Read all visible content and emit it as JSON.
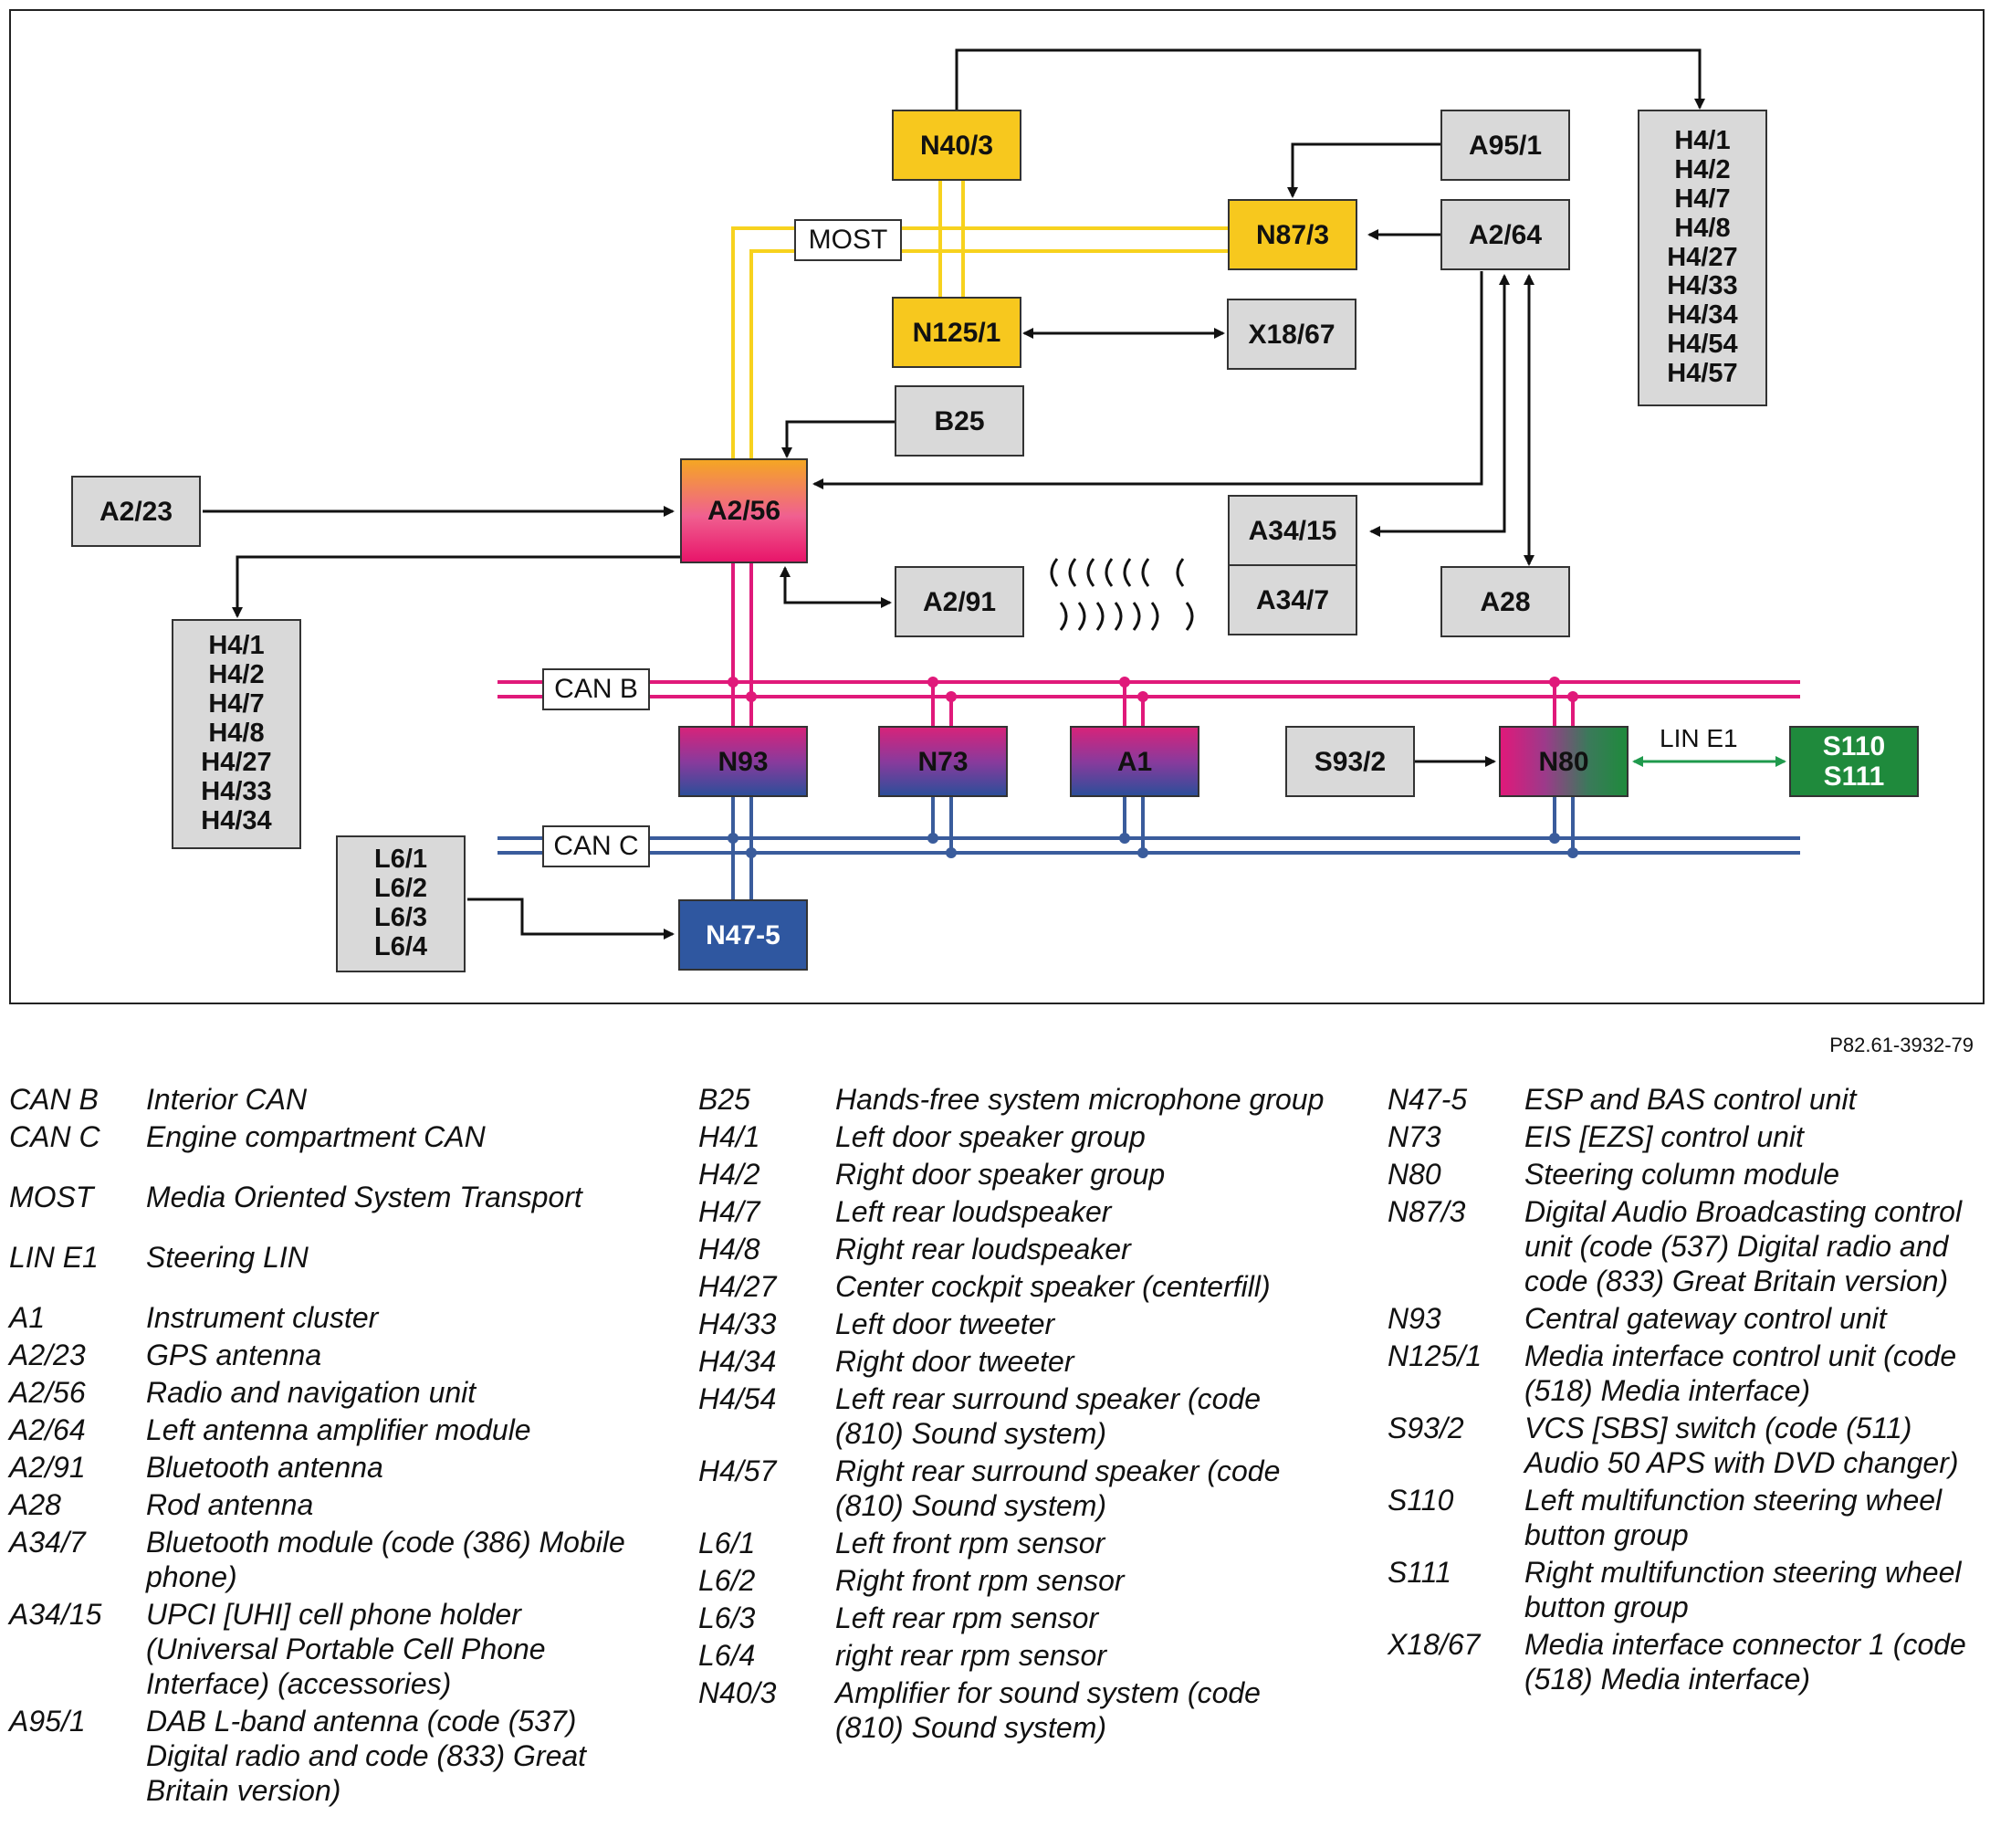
{
  "diagram": {
    "reference_code": "P82.61-3932-79",
    "buses": {
      "most": "MOST",
      "can_b": "CAN B",
      "can_c": "CAN C",
      "lin_e1": "LIN E1"
    },
    "components": {
      "n40_3": "N40/3",
      "n87_3": "N87/3",
      "n125_1": "N125/1",
      "a95_1": "A95/1",
      "a2_64": "A2/64",
      "x18_67": "X18/67",
      "b25": "B25",
      "a2_23": "A2/23",
      "a2_56": "A2/56",
      "a2_91": "A2/91",
      "a34_15": "A34/15",
      "a34_7": "A34/7",
      "a28": "A28",
      "n93": "N93",
      "n73": "N73",
      "a1": "A1",
      "s93_2": "S93/2",
      "n80": "N80",
      "s110": "S110",
      "s111": "S111",
      "n47_5": "N47-5"
    },
    "speaker_group_right": [
      "H4/1",
      "H4/2",
      "H4/7",
      "H4/8",
      "H4/27",
      "H4/33",
      "H4/34",
      "H4/54",
      "H4/57"
    ],
    "speaker_group_left": [
      "H4/1",
      "H4/2",
      "H4/7",
      "H4/8",
      "H4/27",
      "H4/33",
      "H4/34"
    ],
    "rpm_sensors": [
      "L6/1",
      "L6/2",
      "L6/3",
      "L6/4"
    ],
    "colors": {
      "most_wire": "#f7d21e",
      "can_b_wire": "#e0197a",
      "can_c_wire": "#3a5c9c",
      "lin_wire": "#1f9a4c",
      "box_grey": "#d9d9d9",
      "box_yellow": "#f7c81e"
    }
  },
  "legend": {
    "col1": [
      {
        "code": "CAN B",
        "desc": "Interior CAN"
      },
      {
        "code": "CAN C",
        "desc": "Engine compartment CAN"
      },
      {
        "code": "MOST",
        "desc": "Media Oriented System Transport"
      },
      {
        "code": "LIN E1",
        "desc": "Steering LIN"
      },
      {
        "code": "A1",
        "desc": "Instrument cluster"
      },
      {
        "code": "A2/23",
        "desc": "GPS antenna"
      },
      {
        "code": "A2/56",
        "desc": "Radio and navigation unit"
      },
      {
        "code": "A2/64",
        "desc": "Left antenna amplifier module"
      },
      {
        "code": "A2/91",
        "desc": "Bluetooth antenna"
      },
      {
        "code": "A28",
        "desc": "Rod antenna"
      },
      {
        "code": "A34/7",
        "desc": "Bluetooth module (code (386) Mobile phone)"
      },
      {
        "code": "A34/15",
        "desc": "UPCI [UHI] cell phone holder (Universal Portable Cell Phone Interface) (accessories)"
      },
      {
        "code": "A95/1",
        "desc": "DAB L-band antenna (code (537) Digital radio and code (833) Great Britain version)"
      }
    ],
    "col2": [
      {
        "code": "B25",
        "desc": "Hands-free system microphone group"
      },
      {
        "code": "H4/1",
        "desc": "Left door speaker group"
      },
      {
        "code": "H4/2",
        "desc": "Right door speaker group"
      },
      {
        "code": "H4/7",
        "desc": "Left rear loudspeaker"
      },
      {
        "code": "H4/8",
        "desc": "Right rear loudspeaker"
      },
      {
        "code": "H4/27",
        "desc": "Center cockpit speaker (centerfill)"
      },
      {
        "code": "H4/33",
        "desc": "Left door tweeter"
      },
      {
        "code": "H4/34",
        "desc": "Right door tweeter"
      },
      {
        "code": "H4/54",
        "desc": "Left rear surround speaker (code (810) Sound system)"
      },
      {
        "code": "H4/57",
        "desc": "Right rear surround speaker (code (810) Sound system)"
      },
      {
        "code": "L6/1",
        "desc": "Left front rpm sensor"
      },
      {
        "code": "L6/2",
        "desc": "Right front rpm sensor"
      },
      {
        "code": "L6/3",
        "desc": "Left rear rpm sensor"
      },
      {
        "code": "L6/4",
        "desc": "right rear rpm sensor"
      },
      {
        "code": "N40/3",
        "desc": "Amplifier for sound system (code (810) Sound system)"
      }
    ],
    "col3": [
      {
        "code": "N47-5",
        "desc": "ESP and BAS control unit"
      },
      {
        "code": "N73",
        "desc": "EIS [EZS] control unit"
      },
      {
        "code": "N80",
        "desc": "Steering column module"
      },
      {
        "code": "N87/3",
        "desc": "Digital Audio Broadcasting control unit (code (537) Digital radio and code (833) Great Britain version)"
      },
      {
        "code": "N93",
        "desc": "Central gateway control unit"
      },
      {
        "code": "N125/1",
        "desc": "Media interface control unit (code (518) Media interface)"
      },
      {
        "code": "S93/2",
        "desc": "VCS [SBS] switch (code (511) Audio 50 APS with DVD changer)"
      },
      {
        "code": "S110",
        "desc": "Left multifunction steering wheel button group"
      },
      {
        "code": "S111",
        "desc": "Right multifunction steering wheel button group"
      },
      {
        "code": "X18/67",
        "desc": "Media interface connector 1 (code (518) Media interface)"
      }
    ]
  }
}
